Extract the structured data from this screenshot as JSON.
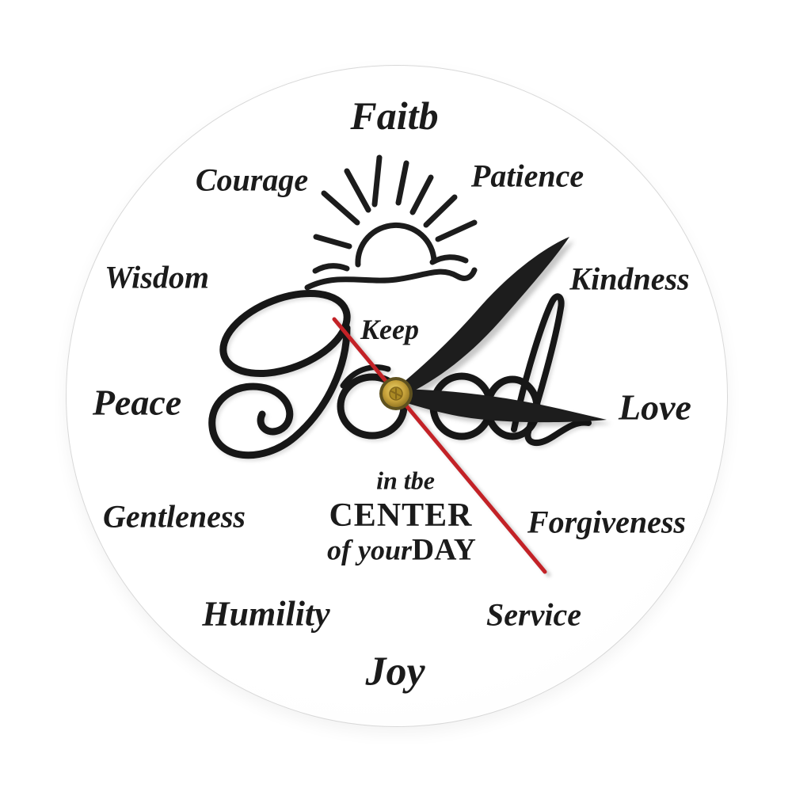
{
  "clock": {
    "approx_time": "3:08",
    "words": [
      {
        "hour": 12,
        "label": "Faitb"
      },
      {
        "hour": 1,
        "label": "Patience"
      },
      {
        "hour": 2,
        "label": "Kindness"
      },
      {
        "hour": 3,
        "label": "Love"
      },
      {
        "hour": 4,
        "label": "Forgiveness"
      },
      {
        "hour": 5,
        "label": "Service"
      },
      {
        "hour": 6,
        "label": "Joy"
      },
      {
        "hour": 7,
        "label": "Humility"
      },
      {
        "hour": 8,
        "label": "Gentleness"
      },
      {
        "hour": 9,
        "label": "Peace"
      },
      {
        "hour": 10,
        "label": "Wisdom"
      },
      {
        "hour": 11,
        "label": "Courage"
      }
    ],
    "center_text": {
      "keep": "Keep",
      "god_script": "God",
      "line_in_the": "in tbe",
      "line_center": "CENTER",
      "line_of_your": "of your",
      "line_day": "DAY"
    },
    "icons": {
      "sun": "sunrise-over-waves-icon"
    },
    "colors": {
      "face": "#ffffff",
      "edge": "#d8d8d8",
      "lettering": "#1b1b1b",
      "hands": "#1d1d1d",
      "second_hand": "#c32227",
      "hub_gold": "#c9a43c",
      "hub_dark": "#5e511f"
    }
  }
}
